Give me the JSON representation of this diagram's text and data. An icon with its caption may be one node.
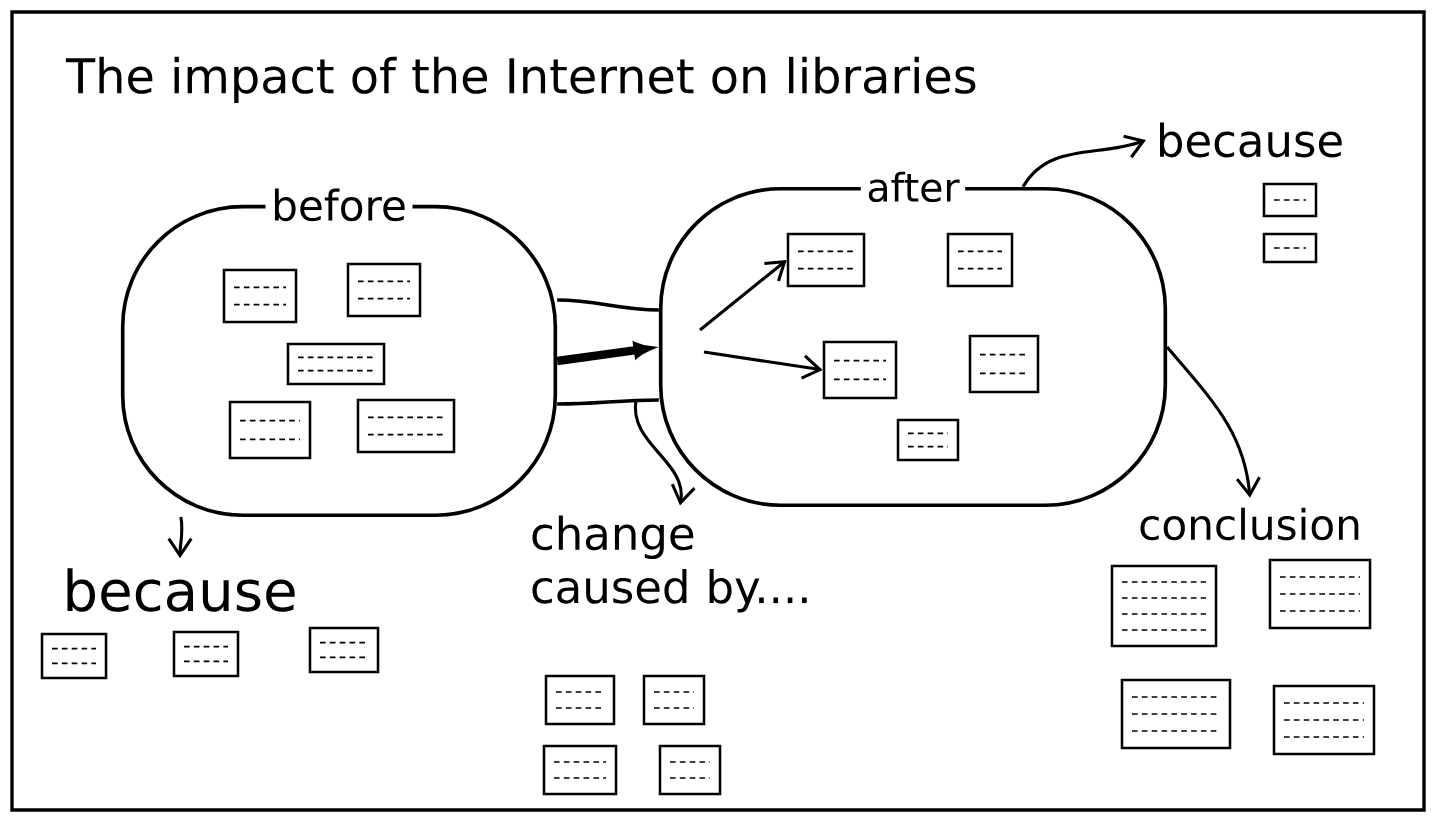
{
  "diagram": {
    "title": "The impact of the Internet on libraries",
    "nodes": [
      {
        "text": [
          "before"
        ]
      },
      {
        "text": [],
        "shape": "box",
        "in": 0
      },
      {
        "text": [],
        "shape": "box",
        "in": 0
      },
      {
        "text": [],
        "shape": "box",
        "in": 0
      },
      {
        "text": [],
        "shape": "box",
        "in": 0
      },
      {
        "text": [],
        "shape": "box",
        "in": 0
      },
      {
        "text": [
          "after"
        ]
      },
      {
        "text": [],
        "shape": "box",
        "in": 6
      },
      {
        "text": [],
        "shape": "box",
        "in": 6
      },
      {
        "text": [],
        "shape": "box",
        "in": 6
      },
      {
        "text": [],
        "shape": "box",
        "in": 6
      },
      {
        "text": [],
        "shape": "box",
        "in": 6
      },
      {
        "text": [
          "because"
        ]
      },
      {
        "text": [],
        "shape": "box"
      },
      {
        "text": [],
        "shape": "box"
      },
      {
        "text": [
          "because"
        ]
      },
      {
        "text": [],
        "shape": "box"
      },
      {
        "text": [],
        "shape": "box"
      },
      {
        "text": [],
        "shape": "box"
      },
      {
        "text": [
          "change caused by...."
        ]
      },
      {
        "text": [],
        "shape": "box"
      },
      {
        "text": [],
        "shape": "box"
      },
      {
        "text": [],
        "shape": "box"
      },
      {
        "text": [],
        "shape": "box"
      },
      {
        "text": [
          "conclusion"
        ]
      },
      {
        "text": [],
        "shape": "box"
      },
      {
        "text": [],
        "shape": "box"
      },
      {
        "text": [],
        "shape": "box"
      },
      {
        "text": [],
        "shape": "box"
      }
    ],
    "edges": [
      {
        "from": 0,
        "to": 6,
        "arrow": "to",
        "style": "thick"
      },
      {
        "from": null,
        "to": 7,
        "arrow": "to"
      },
      {
        "from": null,
        "to": 9,
        "arrow": "to"
      },
      {
        "from": 6,
        "to": 12,
        "arrow": "to"
      },
      {
        "from": 6,
        "to": 24,
        "arrow": "to"
      },
      {
        "from": 0,
        "to": 15,
        "arrow": "to"
      },
      {
        "from": null,
        "to": 19,
        "arrow": "to"
      }
    ]
  }
}
